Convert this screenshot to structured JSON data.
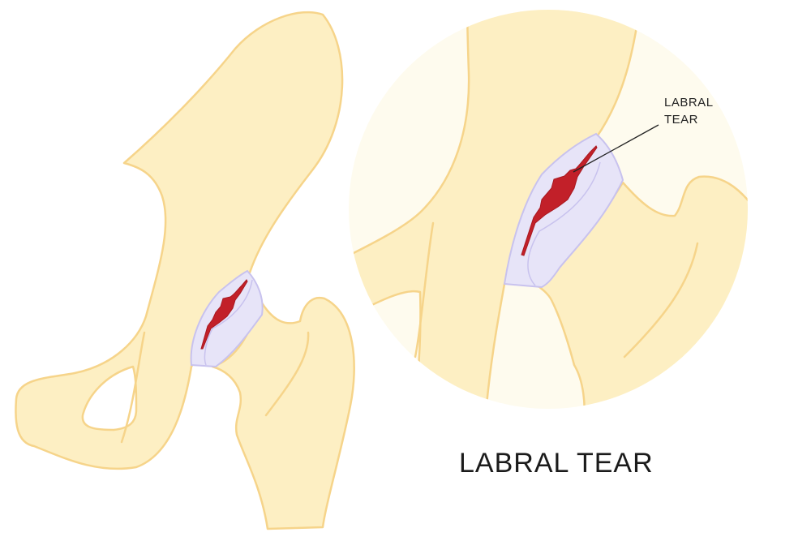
{
  "callout": {
    "line1": "LABRAL",
    "line2": "TEAR"
  },
  "title": "LABRAL TEAR",
  "colors": {
    "bone": "#fdefc3",
    "bone_outline": "#f6d48a",
    "labrum": "#e7e4f8",
    "tear": "#c22029",
    "zoom_background": "#fefbee"
  }
}
